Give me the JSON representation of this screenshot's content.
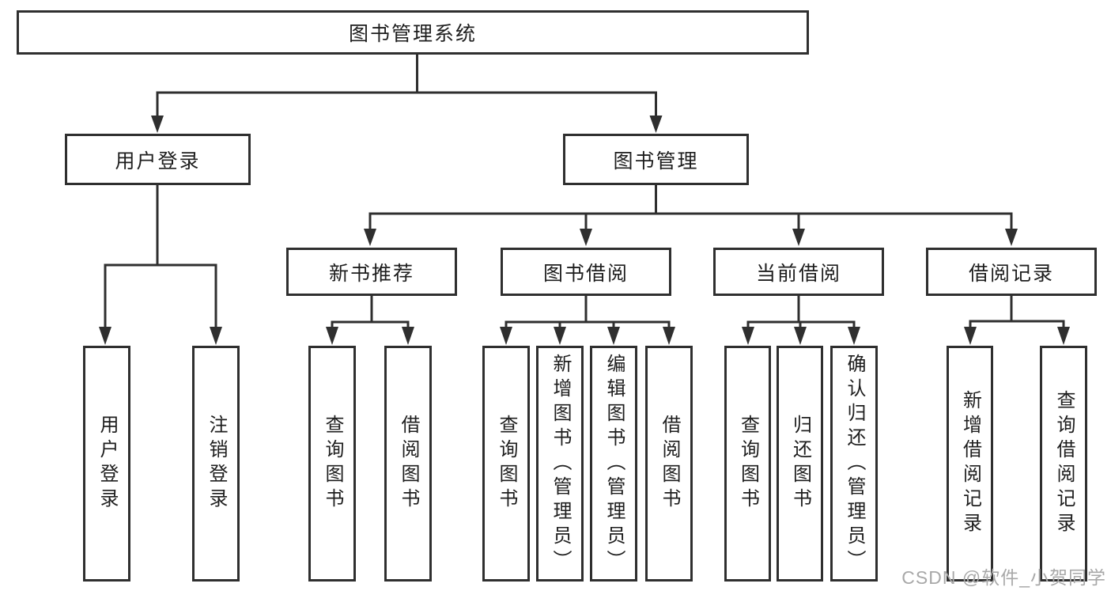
{
  "diagram": {
    "root": {
      "label": "图书管理系统"
    },
    "branches": [
      {
        "label": "用户登录"
      },
      {
        "label": "图书管理"
      }
    ],
    "modules": [
      {
        "label": "新书推荐"
      },
      {
        "label": "图书借阅"
      },
      {
        "label": "当前借阅"
      },
      {
        "label": "借阅记录"
      }
    ],
    "leaves": [
      {
        "label": "用户登录"
      },
      {
        "label": "注销登录"
      },
      {
        "label": "查询图书"
      },
      {
        "label": "借阅图书"
      },
      {
        "label": "查询图书"
      },
      {
        "label": "新增图书（管理员）"
      },
      {
        "label": "编辑图书（管理员）"
      },
      {
        "label": "借阅图书"
      },
      {
        "label": "查询图书"
      },
      {
        "label": "归还图书"
      },
      {
        "label": "确认归还（管理员）"
      },
      {
        "label": "新增借阅记录"
      },
      {
        "label": "查询借阅记录"
      }
    ]
  },
  "watermark": {
    "text": "CSDN @软件_小贺同学"
  },
  "colors": {
    "line": "#2f2f2f",
    "text": "#1e1e1e",
    "background": "#ffffff",
    "watermark": "#a8a8a8"
  }
}
